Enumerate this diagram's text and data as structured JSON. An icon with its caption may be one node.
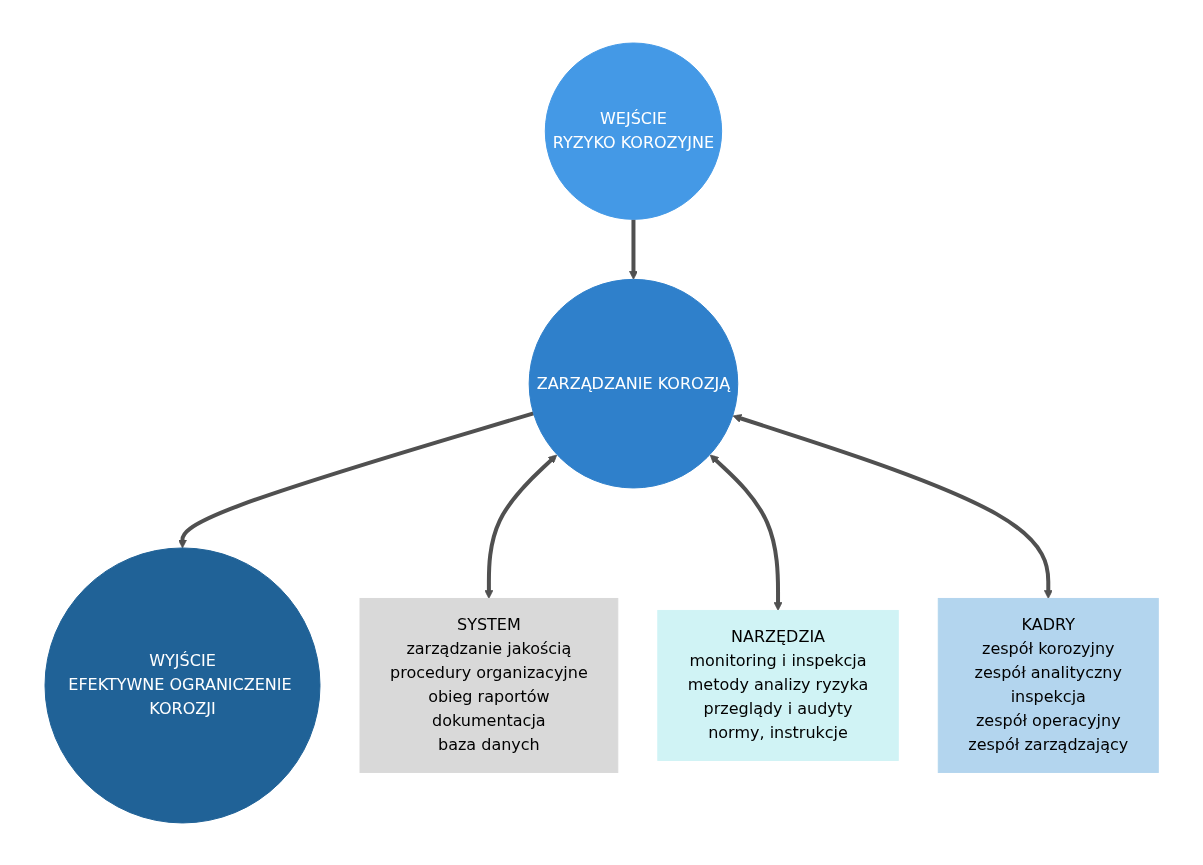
{
  "diagram": {
    "nodes": [
      {
        "text": [
          "WEJŚCIE",
          "RYZYKO KOROZYJNE"
        ]
      },
      {
        "text": [
          "ZARZĄDZANIE KOROZJĄ"
        ]
      },
      {
        "text": [
          "WYJŚCIE",
          "EFEKTYWNE OGRANICZENIE KOROZJI"
        ]
      },
      {
        "text": [
          "SYSTEM",
          "zarządzanie jakością",
          "procedury organizacyjne",
          "obieg raportów",
          "dokumentacja",
          "baza danych"
        ]
      },
      {
        "text": [
          "NARZĘDZIA",
          "monitoring i inspekcja",
          "metody analizy ryzyka",
          "przeglądy i audyty",
          "normy, instrukcje"
        ]
      },
      {
        "text": [
          "KADRY",
          "zespół korozyjny",
          "zespół analityczny",
          "inspekcja",
          "zespół operacyjny",
          "zespół zarządzający"
        ]
      }
    ],
    "edges": [
      {
        "from": 0,
        "to": 1,
        "arrow": "to"
      },
      {
        "from": 1,
        "to": 2,
        "arrow": "to"
      },
      {
        "from": 1,
        "to": 3,
        "arrow": "both"
      },
      {
        "from": 1,
        "to": 4,
        "arrow": "both"
      },
      {
        "from": 1,
        "to": 5,
        "arrow": "both"
      }
    ]
  }
}
